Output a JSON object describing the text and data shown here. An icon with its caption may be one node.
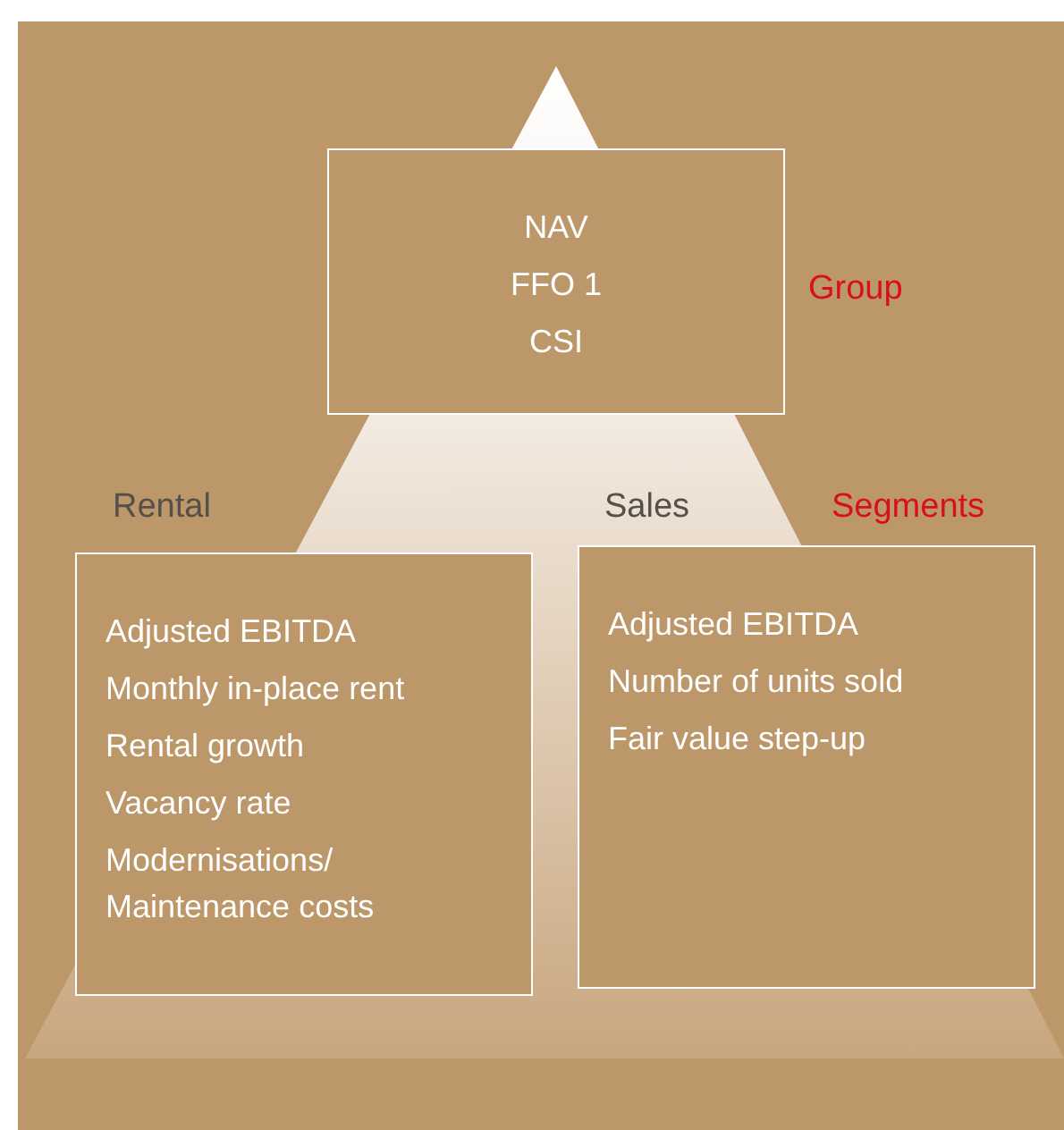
{
  "diagram": {
    "nodes": [
      {
        "text": [
          "NAV",
          "FFO 1",
          "CSI"
        ]
      },
      {
        "text": [
          "Rental",
          "Adjusted EBITDA",
          "Monthly in-place rent",
          "Rental growth",
          "Vacancy rate",
          "Modernisations/ Maintenance costs"
        ]
      },
      {
        "text": [
          "Sales",
          "Adjusted EBITDA",
          "Number of units sold",
          "Fair value step-up"
        ]
      }
    ],
    "labels": [
      "Group",
      "Segments"
    ]
  }
}
